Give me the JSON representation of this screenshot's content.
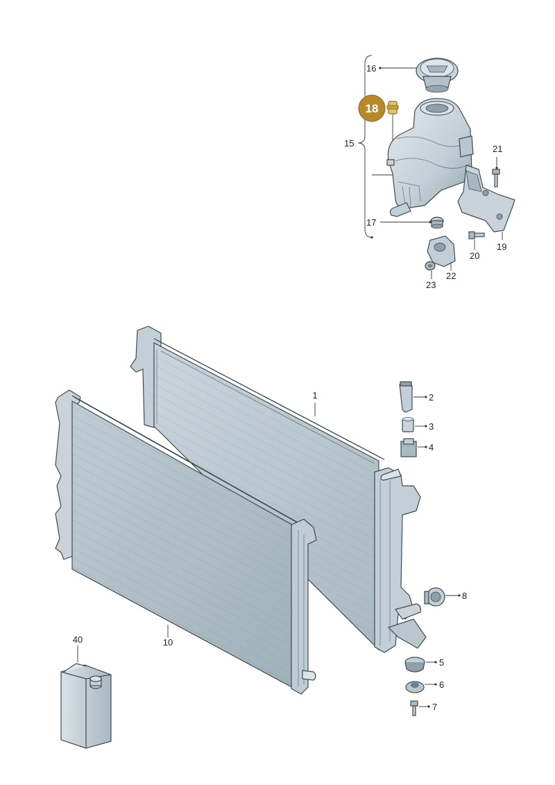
{
  "colors": {
    "part_fill_light": "#d4dde2",
    "part_fill_mid": "#b9c6cd",
    "part_fill_dark": "#8fa0aa",
    "outline": "#3f4a52",
    "highlight_badge": "#b8892a",
    "highlight_badge_text": "#ffffff"
  },
  "highlight": {
    "label": "18"
  },
  "callouts": {
    "p1": "1",
    "p2": "2",
    "p3": "3",
    "p4": "4",
    "p5": "5",
    "p6": "6",
    "p7": "7",
    "p8": "8",
    "p10": "10",
    "p15": "15",
    "p16": "16",
    "p17": "17",
    "p19": "19",
    "p20": "20",
    "p21": "21",
    "p22": "22",
    "p23": "23",
    "p40": "40"
  },
  "icons": {
    "cap": "expansion-tank-cap-icon",
    "tank": "expansion-tank-icon",
    "sensor": "level-sensor-icon",
    "radiator_main": "radiator-icon",
    "radiator_aux": "auxiliary-radiator-icon",
    "canister": "coolant-canister-icon"
  }
}
